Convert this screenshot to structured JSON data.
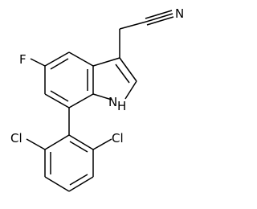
{
  "molecule": {
    "atoms": {
      "nitrogen_nitrile": "N",
      "fluorine": "F",
      "indole_nh": "H",
      "indole_n": "N",
      "chlorine_left": "Cl",
      "chlorine_right": "Cl"
    }
  },
  "colors": {
    "bond": "#000000",
    "label": "#000000",
    "background": "#ffffff"
  }
}
